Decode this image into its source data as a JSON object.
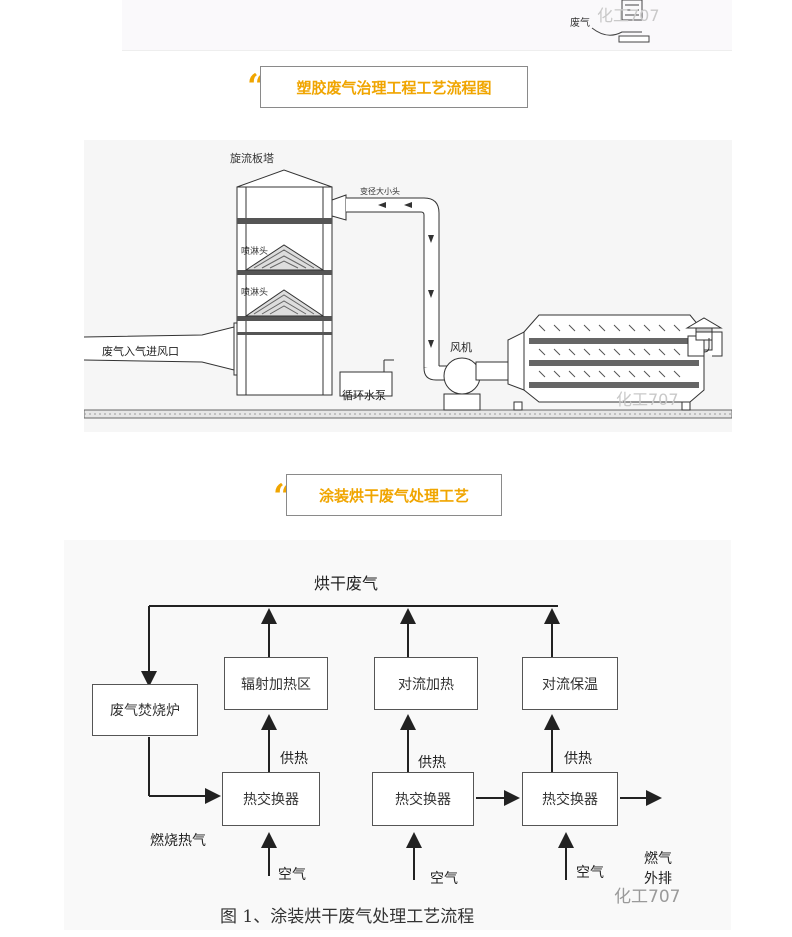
{
  "top_fragment": {
    "label": "废气",
    "watermark": "化工707"
  },
  "sections": [
    {
      "title": "塑胶废气治理工程工艺流程图"
    },
    {
      "title": "涂装烘干废气处理工艺"
    }
  ],
  "figure1": {
    "labels": {
      "tower": "旋流板塔",
      "elbow": "变径大小头",
      "spray1": "喷淋头",
      "spray2": "喷淋头",
      "inlet": "废气入气进风口",
      "fan": "风机",
      "pump": "循环水泵"
    },
    "watermark": "化工707"
  },
  "figure2": {
    "top_label": "烘干废气",
    "furnace": "废气焚烧炉",
    "zones": [
      "辐射加热区",
      "对流加热",
      "对流保温"
    ],
    "exchanger": "热交换器",
    "supply_heat": "供热",
    "air": "空气",
    "combustion_air": "燃烧热气",
    "exhaust_line1": "燃气",
    "exhaust_line2": "外排",
    "caption": "图 1、涂装烘干废气处理工艺流程",
    "watermark": "化工707"
  },
  "colors": {
    "accent": "#f0a500",
    "line": "#333333",
    "heading_border": "#8a8a8a"
  }
}
